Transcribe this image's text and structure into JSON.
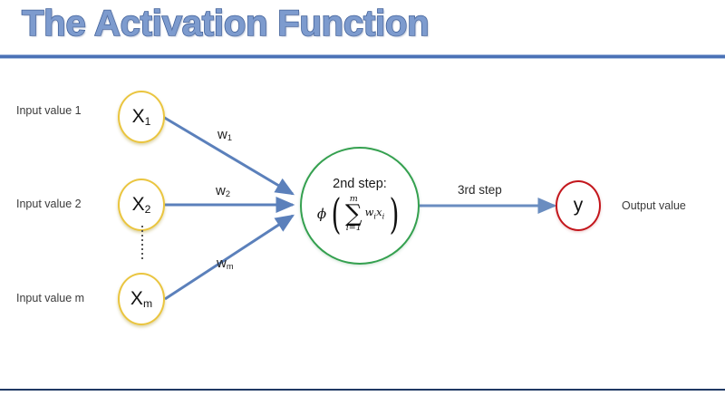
{
  "slide": {
    "title": "The Activation Function",
    "title_color": "#7d9bce",
    "title_outline_color": "#3f5f98",
    "rule_color": "#4b72b6",
    "bottom_rule_color": "#1f3864",
    "background": "#ffffff"
  },
  "diagram": {
    "type": "neural-network-neuron",
    "input_nodes": [
      {
        "label_text": "Input value 1",
        "node_symbol": "X",
        "node_subscript": "1",
        "border_color": "#eac53f"
      },
      {
        "label_text": "Input value 2",
        "node_symbol": "X",
        "node_subscript": "2",
        "border_color": "#eac53f"
      },
      {
        "label_text": "Input value m",
        "node_symbol": "X",
        "node_subscript": "m",
        "border_color": "#eac53f"
      }
    ],
    "weights": [
      {
        "symbol": "w",
        "subscript": "1"
      },
      {
        "symbol": "w",
        "subscript": "2"
      },
      {
        "symbol": "w",
        "subscript": "m"
      }
    ],
    "edge_color": "#5b80bb",
    "ellipsis": "vertical-dotted",
    "summation_node": {
      "step_label": "2nd step:",
      "phi": "ϕ",
      "sigma": "∑",
      "sigma_upper": "m",
      "sigma_lower": "i=1",
      "body": "w",
      "body_sub_1": "i",
      "body_2": "x",
      "body_sub_2": "i",
      "paren_open": "(",
      "paren_close": ")",
      "border_color": "#34a04f"
    },
    "output_edge": {
      "step_label": "3rd step",
      "color": "#6a8dc0"
    },
    "output_node": {
      "node_symbol": "y",
      "label_text": "Output value",
      "border_color": "#c3161c"
    }
  }
}
